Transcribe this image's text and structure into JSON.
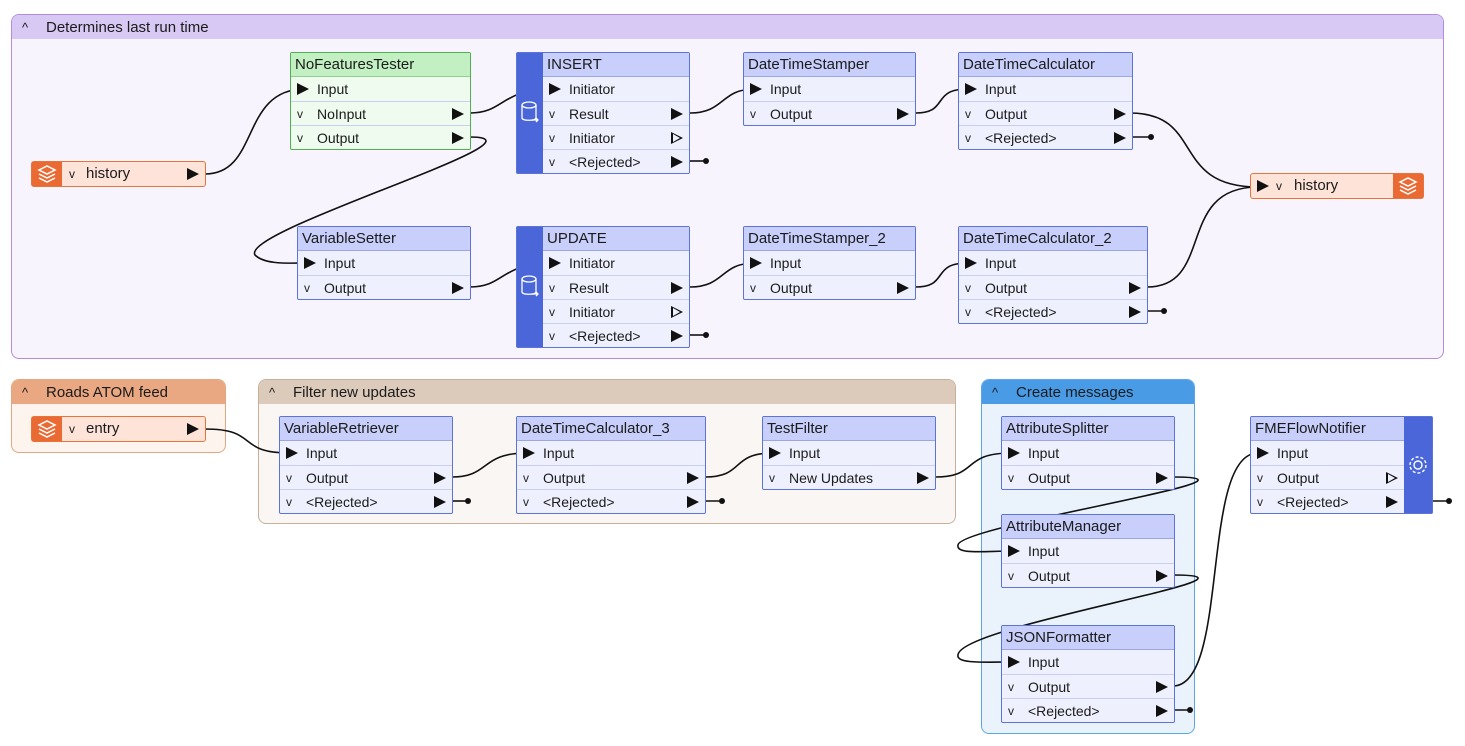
{
  "bookmarks": {
    "last_run": {
      "title": "Determines last run time"
    },
    "atom": {
      "title": "Roads ATOM feed"
    },
    "filter": {
      "title": "Filter new updates"
    },
    "messages": {
      "title": "Create messages"
    }
  },
  "readers": {
    "history_reader": {
      "label": "history"
    },
    "entry_reader": {
      "label": "entry"
    }
  },
  "writers": {
    "history_writer": {
      "label": "history"
    }
  },
  "nodes": {
    "nofeatures": {
      "title": "NoFeaturesTester",
      "ports": [
        "Input",
        "NoInput",
        "Output"
      ]
    },
    "insert": {
      "title": "INSERT",
      "ports": [
        "Initiator",
        "Result",
        "Initiator",
        "<Rejected>"
      ]
    },
    "dts": {
      "title": "DateTimeStamper",
      "ports": [
        "Input",
        "Output"
      ]
    },
    "dtc": {
      "title": "DateTimeCalculator",
      "ports": [
        "Input",
        "Output",
        "<Rejected>"
      ]
    },
    "varsetter": {
      "title": "VariableSetter",
      "ports": [
        "Input",
        "Output"
      ]
    },
    "update": {
      "title": "UPDATE",
      "ports": [
        "Initiator",
        "Result",
        "Initiator",
        "<Rejected>"
      ]
    },
    "dts2": {
      "title": "DateTimeStamper_2",
      "ports": [
        "Input",
        "Output"
      ]
    },
    "dtc2": {
      "title": "DateTimeCalculator_2",
      "ports": [
        "Input",
        "Output",
        "<Rejected>"
      ]
    },
    "varretriever": {
      "title": "VariableRetriever",
      "ports": [
        "Input",
        "Output",
        "<Rejected>"
      ]
    },
    "dtc3": {
      "title": "DateTimeCalculator_3",
      "ports": [
        "Input",
        "Output",
        "<Rejected>"
      ]
    },
    "testfilter": {
      "title": "TestFilter",
      "ports": [
        "Input",
        "New Updates"
      ]
    },
    "attrsplitter": {
      "title": "AttributeSplitter",
      "ports": [
        "Input",
        "Output"
      ]
    },
    "attrmanager": {
      "title": "AttributeManager",
      "ports": [
        "Input",
        "Output"
      ]
    },
    "jsonformatter": {
      "title": "JSONFormatter",
      "ports": [
        "Input",
        "Output",
        "<Rejected>"
      ]
    },
    "notifier": {
      "title": "FMEFlowNotifier",
      "ports": [
        "Input",
        "Output",
        "<Rejected>"
      ]
    }
  },
  "colors": {
    "bookmark_purple": "#d7c9f3",
    "bookmark_orange": "#e9a882",
    "bookmark_tan": "#dccbbb",
    "bookmark_blue": "#4a9be6",
    "transformer_header": "#c7cffa",
    "db_sidebar": "#4a66d8",
    "feature_type": "#ea6a34"
  },
  "icons": {
    "db": "database-icon",
    "layers": "layers-icon",
    "gear": "gear-icon"
  }
}
